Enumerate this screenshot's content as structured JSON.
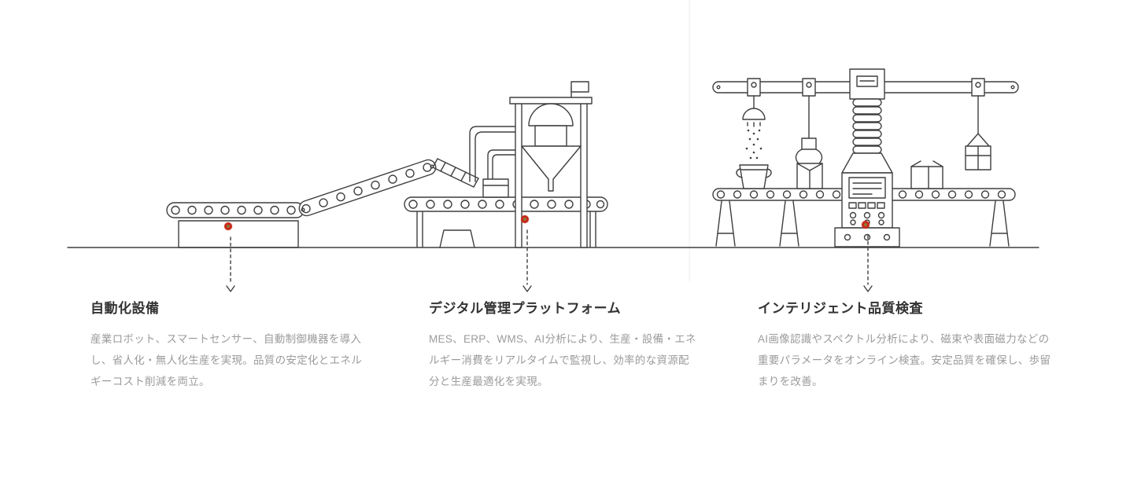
{
  "page": {
    "background": "#ffffff",
    "line_color": "#3f3f3f",
    "accent_color": "#c8291b",
    "marker_center_color": "#8f7a36",
    "divider_color": "#ececec"
  },
  "features": [
    {
      "id": "automation-equipment",
      "title": "自動化設備",
      "description": "産業ロボット、スマートセンサー、自動制御機器を導入し、省人化・無人化生産を実現。品質の安定化とエネルギーコスト削減を両立。"
    },
    {
      "id": "digital-management-platform",
      "title": "デジタル管理プラットフォーム",
      "description": "MES、ERP、WMS、AI分析により、生産・設備・エネルギー消費をリアルタイムで監視し、効率的な資源配分と生産最適化を実現。"
    },
    {
      "id": "intelligent-quality-inspection",
      "title": "インテリジェント品質検査",
      "description": "AI画像認識やスペクトル分析により、磁束や表面磁力などの重要パラメータをオンライン検査。安定品質を確保し、歩留まりを改善。"
    }
  ],
  "hotspots": [
    {
      "name": "automation-hotspot"
    },
    {
      "name": "digital-platform-hotspot"
    },
    {
      "name": "inspection-hotspot"
    }
  ]
}
